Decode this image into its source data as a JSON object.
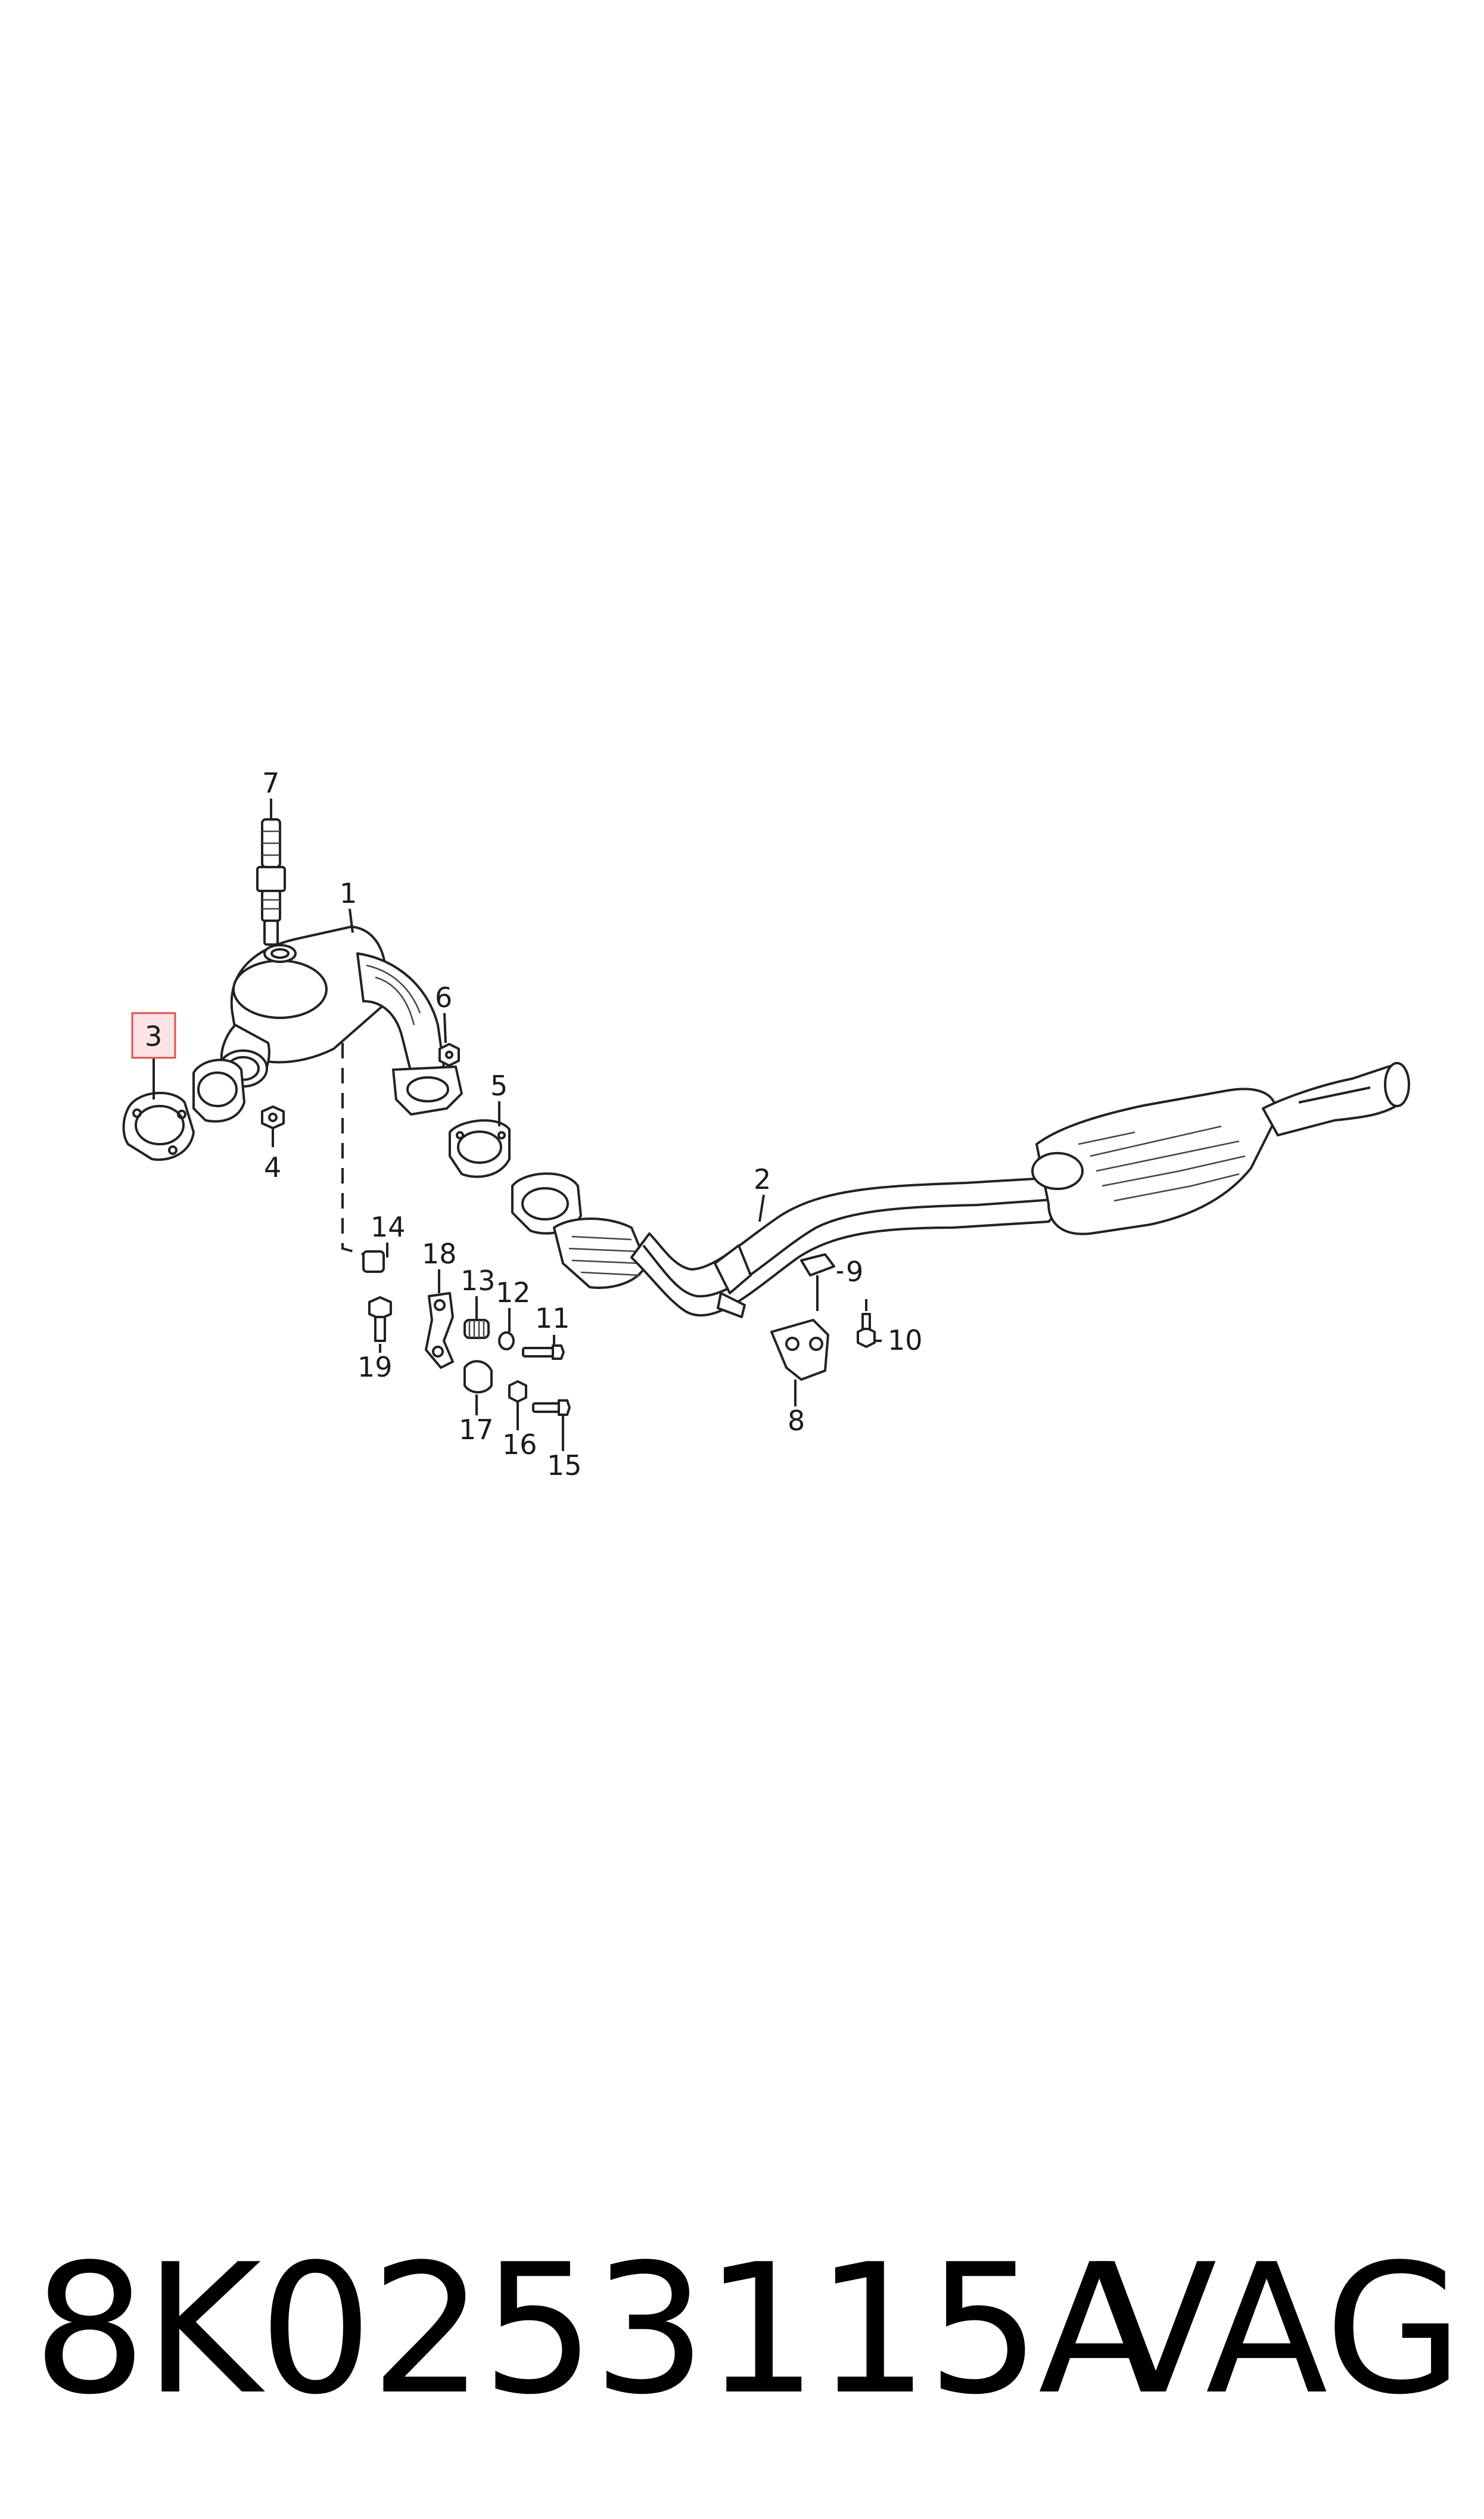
{
  "callouts": [
    {
      "id": "1",
      "label": "1"
    },
    {
      "id": "2",
      "label": "2"
    },
    {
      "id": "3",
      "label": "3",
      "highlighted": true
    },
    {
      "id": "4",
      "label": "4"
    },
    {
      "id": "5",
      "label": "5"
    },
    {
      "id": "6",
      "label": "6"
    },
    {
      "id": "7",
      "label": "7"
    },
    {
      "id": "8",
      "label": "8"
    },
    {
      "id": "9",
      "label": "9"
    },
    {
      "id": "10",
      "label": "10"
    },
    {
      "id": "11",
      "label": "11"
    },
    {
      "id": "12",
      "label": "12"
    },
    {
      "id": "13",
      "label": "13"
    },
    {
      "id": "14",
      "label": "14"
    },
    {
      "id": "15",
      "label": "15"
    },
    {
      "id": "16",
      "label": "16"
    },
    {
      "id": "17",
      "label": "17"
    },
    {
      "id": "18",
      "label": "18"
    },
    {
      "id": "19",
      "label": "19"
    }
  ],
  "footer": {
    "part_number": "8K0253115A",
    "brand": "VAG"
  },
  "colors": {
    "highlight_fill": "#fbe3e6",
    "highlight_stroke": "#d9534f",
    "line": "#222222"
  }
}
